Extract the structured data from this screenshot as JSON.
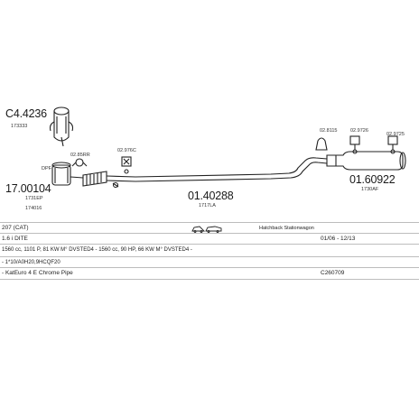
{
  "parts": [
    {
      "id": "p1",
      "number": "C4.4236",
      "sub": "173333"
    },
    {
      "id": "p2",
      "number": "17.00104",
      "sub": "1731EP",
      "sub2": "174016",
      "tag": "DPF"
    },
    {
      "id": "p3",
      "number": "02.85RR"
    },
    {
      "id": "p4",
      "number": "02.976C"
    },
    {
      "id": "p5",
      "number": "01.40288",
      "sub": "1717LA"
    },
    {
      "id": "p6",
      "number": "02.8115"
    },
    {
      "id": "p7",
      "number": "02.9726"
    },
    {
      "id": "p8",
      "number": "02.9725"
    },
    {
      "id": "p9",
      "number": "01.60922",
      "sub": "1730AF"
    }
  ],
  "info": {
    "row1": {
      "model": "207 (CAT)",
      "body": "Hatchback Stationwagon"
    },
    "row2": {
      "engine": "1.6 i DITE",
      "period": "01/06 - 12/13"
    },
    "row3": {
      "spec": "1560 cc, 1101 P, 81 KW M° DVSTED4 - 1560 cc, 90 HP, 66 KW M° DVSTED4 -"
    },
    "row4": {
      "code": "- 1*10/A0H20,9HCQF20"
    },
    "row5": {
      "desc": "- KatEuro 4 E Chrome Pipe",
      "ref": "C260709"
    }
  }
}
